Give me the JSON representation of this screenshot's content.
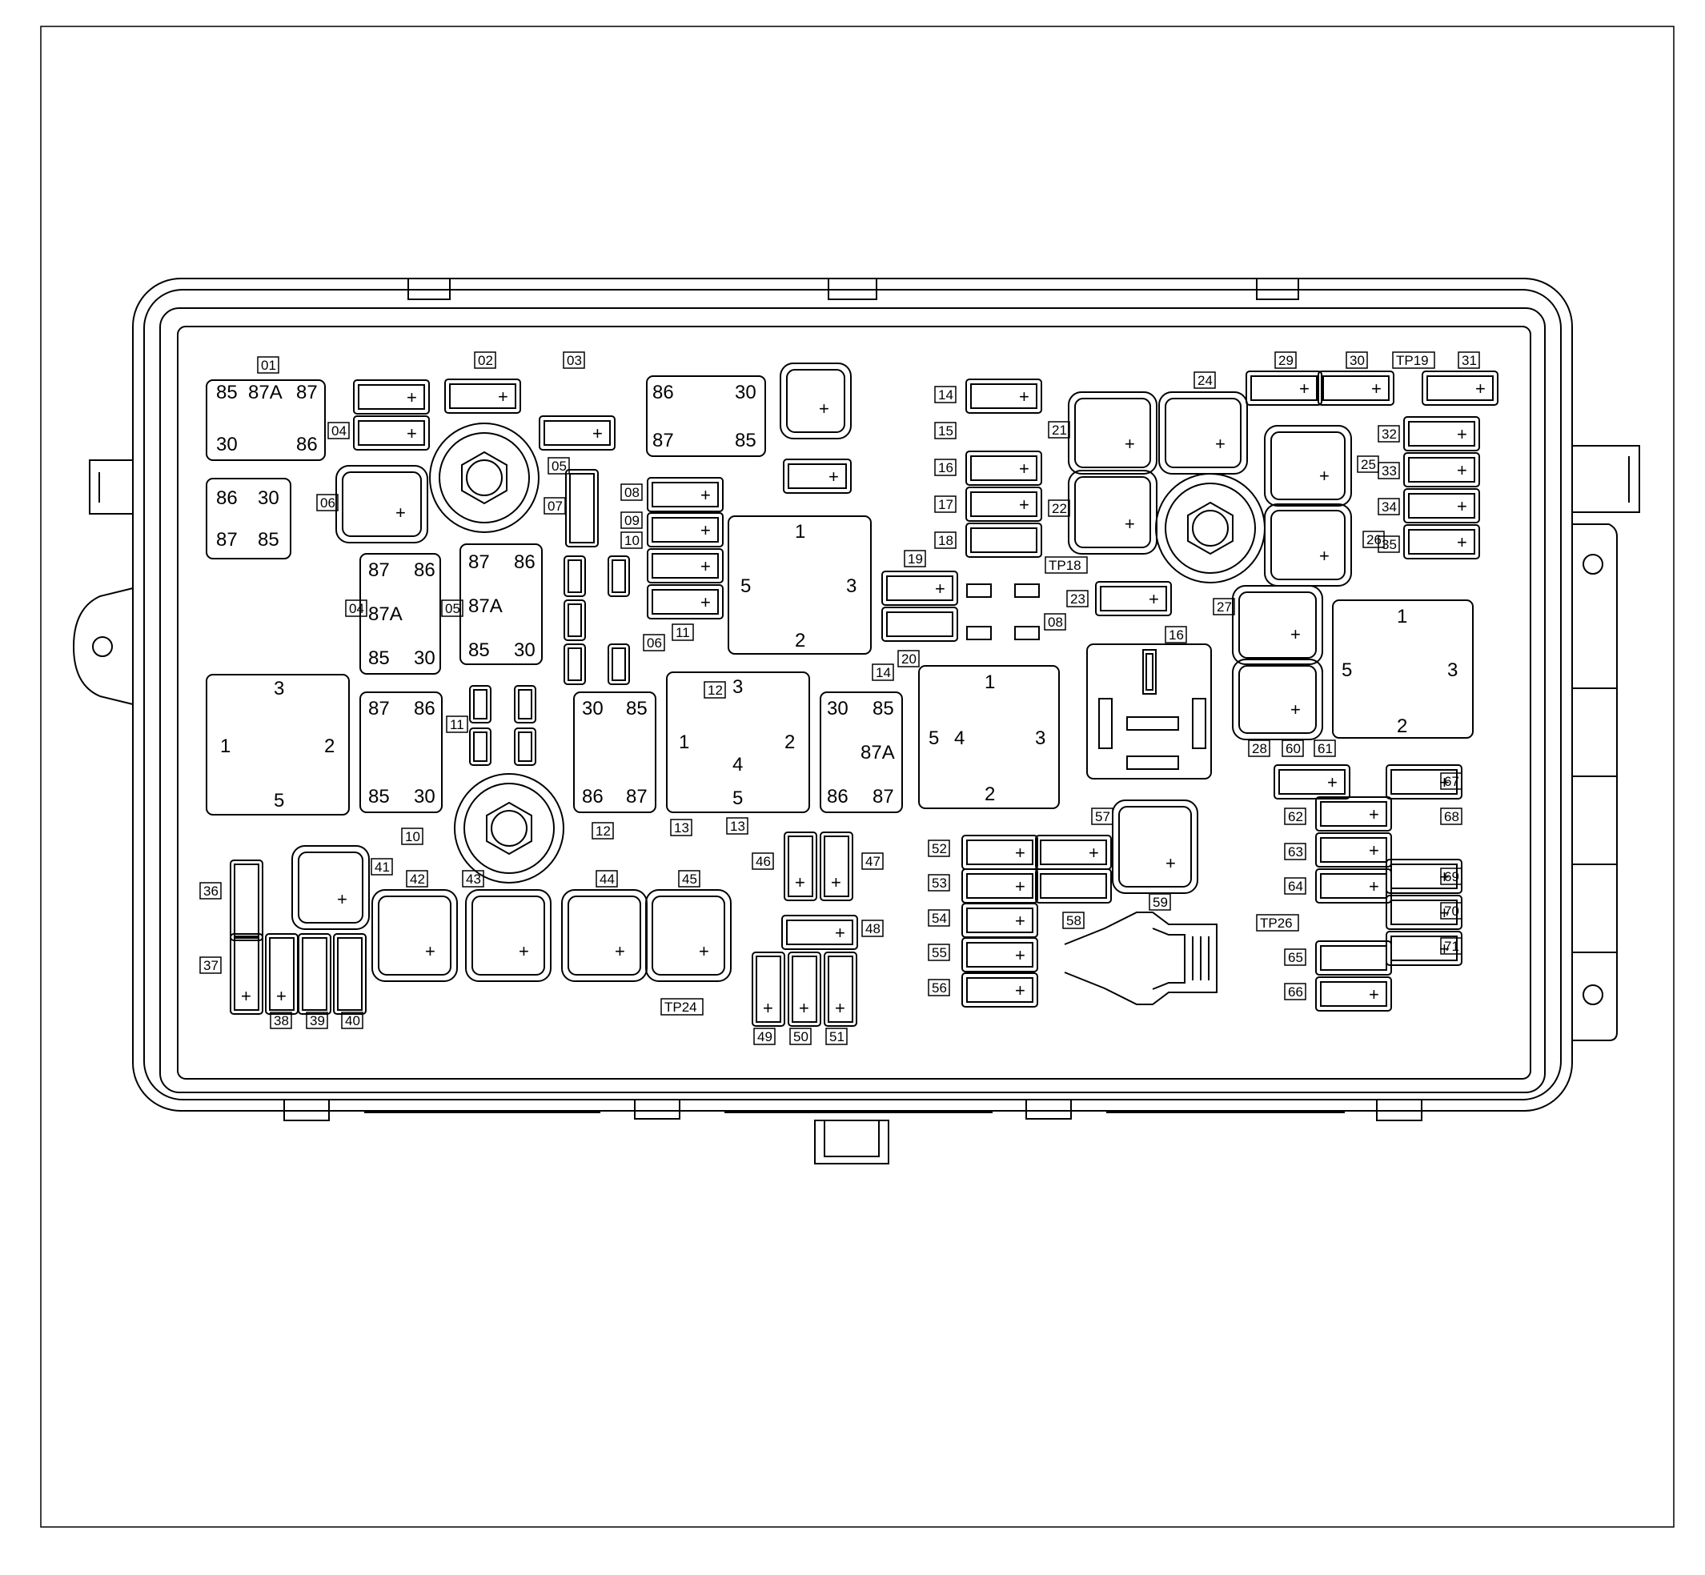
{
  "colors": {
    "line": "#000000",
    "background": "#ffffff"
  },
  "relays_top_left": {
    "r01": {
      "tag": "01",
      "pins": [
        "85",
        "87A",
        "87",
        "30",
        "86"
      ]
    },
    "r03": {
      "tag": "03",
      "pins": [
        "86",
        "30",
        "87",
        "85"
      ]
    },
    "r09": {
      "tag": "09",
      "pins": [
        "3",
        "1",
        "2",
        "5"
      ]
    },
    "r04": {
      "tag": "04",
      "pins": [
        "87",
        "86",
        "87A",
        "85",
        "30"
      ]
    },
    "r05": {
      "tag": "05",
      "pins": [
        "87",
        "86",
        "87A",
        "85",
        "30"
      ]
    },
    "r10": {
      "tag": "10",
      "pins": [
        "87",
        "86",
        "85",
        "30"
      ]
    },
    "r02": {
      "tag": "02",
      "pins": [
        "86",
        "30",
        "87",
        "85"
      ]
    },
    "r12": {
      "tag": "12",
      "pins": [
        "30",
        "85",
        "86",
        "87"
      ]
    },
    "r13": {
      "tag": "13",
      "pins": [
        "3",
        "1",
        "2",
        "4",
        "5"
      ]
    },
    "r14": {
      "tag": "14",
      "pins": [
        "30",
        "85",
        "87A",
        "86",
        "87"
      ]
    },
    "r07": {
      "tag": "07",
      "pins": [
        "1",
        "5",
        "3",
        "2"
      ]
    },
    "r15": {
      "tag": "15",
      "pins": [
        "1",
        "5",
        "4",
        "3",
        "2"
      ]
    },
    "r17": {
      "tag": "17",
      "pins": [
        "1",
        "5",
        "3",
        "2"
      ]
    }
  },
  "fuse_tags": {
    "left": [
      "01",
      "04",
      "02",
      "03",
      "05",
      "07",
      "06",
      "08",
      "09",
      "10",
      "11",
      "12",
      "13",
      "06",
      "04",
      "05",
      "11",
      "10",
      "12",
      "13",
      "36",
      "37",
      "38",
      "39",
      "40",
      "41",
      "42",
      "43",
      "44",
      "45",
      "46",
      "47",
      "48",
      "49",
      "50",
      "51",
      "14",
      "19",
      "20",
      "TP24"
    ],
    "right": [
      "14",
      "15",
      "16",
      "17",
      "18",
      "21",
      "22",
      "TP18",
      "23",
      "08",
      "16",
      "24",
      "29",
      "30",
      "TP19",
      "31",
      "32",
      "25",
      "33",
      "34",
      "26",
      "35",
      "27",
      "28",
      "60",
      "61",
      "57",
      "52",
      "53",
      "54",
      "55",
      "56",
      "58",
      "59",
      "62",
      "63",
      "64",
      "65",
      "66",
      "67",
      "68",
      "69",
      "70",
      "71",
      "TP26"
    ]
  },
  "plus_symbol": "+"
}
